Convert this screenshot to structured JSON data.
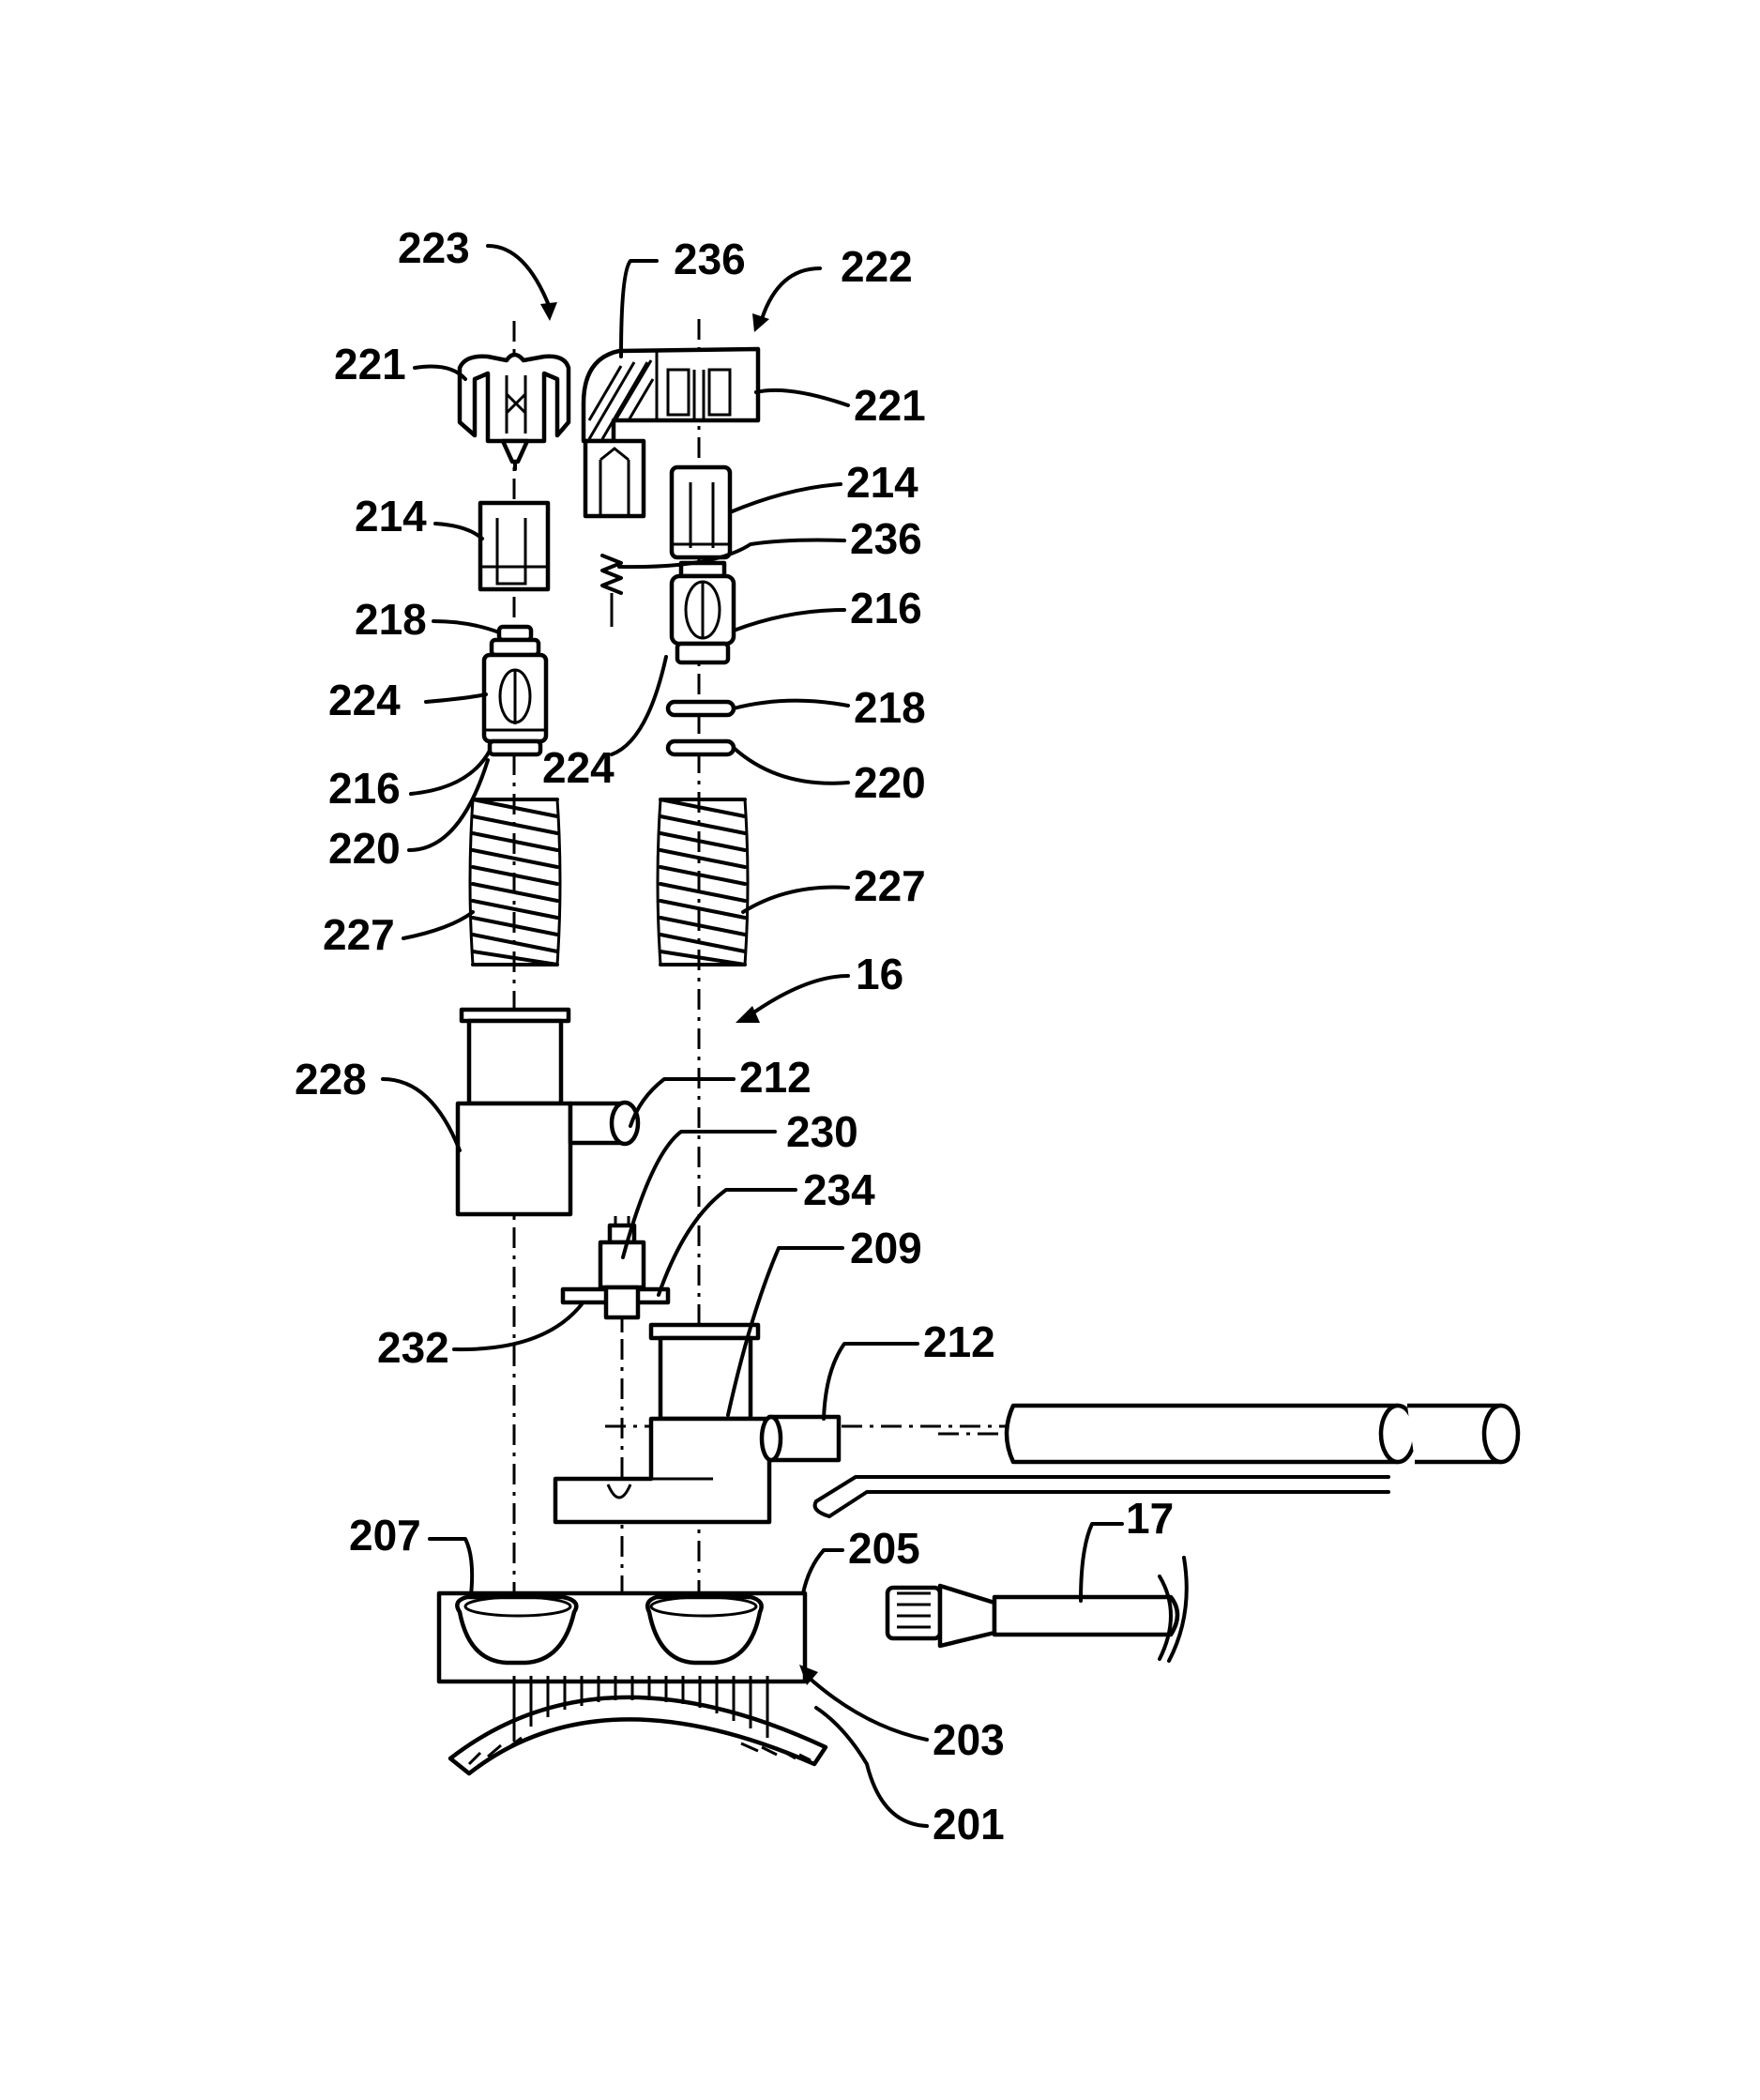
{
  "figure": {
    "labels": {
      "l223": "223",
      "l236a": "236",
      "l222": "222",
      "l221a": "221",
      "l221b": "221",
      "l214a": "214",
      "l214b": "214",
      "l236b": "236",
      "l218a": "218",
      "l216b": "216",
      "l224a": "224",
      "l218b": "218",
      "l216a": "216",
      "l224b": "224",
      "l220b": "220",
      "l220a": "220",
      "l227b": "227",
      "l227a": "227",
      "l16": "16",
      "l228": "228",
      "l212a": "212",
      "l230": "230",
      "l234": "234",
      "l209": "209",
      "l232": "232",
      "l212b": "212",
      "l207": "207",
      "l205": "205",
      "l17": "17",
      "l203": "203",
      "l201": "201"
    }
  }
}
